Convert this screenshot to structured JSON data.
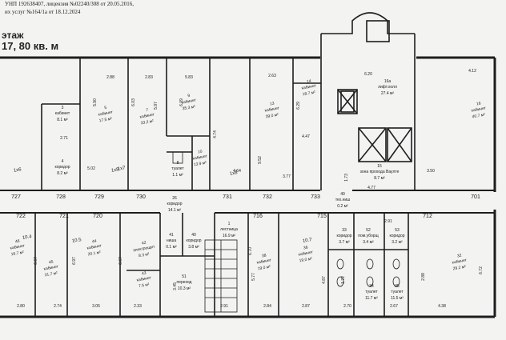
{
  "header": {
    "line1": "УНП 192638407, лицензия №02240/308 от 20.05.2016,",
    "line2": "их услуг №164/1а от 18.12.2024",
    "floor": "этаж",
    "area": "17, 80 кв. м"
  },
  "rooms": [
    {
      "id": "r3",
      "name": "кабинет",
      "num": "3",
      "area": "8.1 м²"
    },
    {
      "id": "r4",
      "name": "коридор",
      "num": "4",
      "area": "8.2 м²"
    },
    {
      "id": "r5",
      "name": "кабинет",
      "num": "5",
      "area": "17.5 м²"
    },
    {
      "id": "r7",
      "name": "кабинет",
      "num": "7",
      "area": "33.2 м²"
    },
    {
      "id": "r9",
      "name": "кабинет",
      "num": "9",
      "area": "35.3 м²"
    },
    {
      "id": "r10",
      "name": "кабинет",
      "num": "10",
      "area": "13.9 м²"
    },
    {
      "id": "r13",
      "name": "кабинет",
      "num": "13",
      "area": "39.0 м²"
    },
    {
      "id": "r14",
      "name": "кабинет",
      "num": "14",
      "area": "18.7 м²"
    },
    {
      "id": "r16",
      "name": "кабинет",
      "num": "16",
      "area": "40.7 м²"
    },
    {
      "id": "r16a",
      "name": "лифт.холл",
      "num": "16а",
      "area": "27.4 м²"
    },
    {
      "id": "r15",
      "name": "зона прохода Ваулте",
      "num": "15",
      "area": "8.7 м²"
    },
    {
      "id": "r26",
      "name": "коридор",
      "num": "26",
      "area": "14.1 м²"
    },
    {
      "id": "r49",
      "name": "тех.ниш",
      "num": "49",
      "area": "0.2 м²"
    },
    {
      "id": "r8",
      "name": "туалет",
      "num": "8",
      "area": "1.1 м²"
    },
    {
      "id": "r46",
      "name": "кабинет",
      "num": "46",
      "area": "16.7 м²"
    },
    {
      "id": "r45",
      "name": "кабинет",
      "num": "45",
      "area": "31.7 м²"
    },
    {
      "id": "r44",
      "name": "кабинет",
      "num": "44",
      "area": "20.1 м²"
    },
    {
      "id": "r42",
      "name": "электрощит",
      "num": "42",
      "area": "8.3 м²"
    },
    {
      "id": "r43",
      "name": "кабинет",
      "num": "43",
      "area": "7.5 м²"
    },
    {
      "id": "r41",
      "name": "ниша",
      "num": "41",
      "area": "0.1 м²"
    },
    {
      "id": "r40",
      "name": "коридор",
      "num": "40",
      "area": "3.8 м²"
    },
    {
      "id": "r51",
      "name": "переход",
      "num": "51",
      "area": "10.3 м²"
    },
    {
      "id": "r1",
      "name": "лестница",
      "num": "1",
      "area": "16.9 м²"
    },
    {
      "id": "r38",
      "name": "кабинет",
      "num": "38",
      "area": "19.0 м²"
    },
    {
      "id": "r36",
      "name": "кабинет",
      "num": "36",
      "area": "19.0 м²"
    },
    {
      "id": "r33",
      "name": "коридор",
      "num": "33",
      "area": "3.7 м²"
    },
    {
      "id": "r34",
      "name": "туалет",
      "num": "34",
      "area": "11.7 м²"
    },
    {
      "id": "r35",
      "name": "туалет",
      "num": "35",
      "area": "11.5 м²"
    },
    {
      "id": "r32",
      "name": "кабинет",
      "num": "32",
      "area": "29.2 м²"
    },
    {
      "id": "r52",
      "name": "пом.уборщ",
      "num": "52",
      "area": "3.4 м²"
    },
    {
      "id": "r53",
      "name": "коридор",
      "num": "53",
      "area": "3.2 м²"
    }
  ],
  "dimensions": [
    "2.88",
    "2.83",
    "5.83",
    "2.63",
    "6.20",
    "4.12",
    "5.90",
    "6.03",
    "5.97",
    "6.09",
    "6.29",
    "2.71",
    "4.47",
    "4.74",
    "5.02",
    "4.64",
    "9.52",
    "3.77",
    "3.50",
    "1.73",
    "4.77",
    "2.91",
    "6.67",
    "6.97",
    "6.67",
    "6.70",
    "6.72",
    "2.80",
    "2.74",
    "3.05",
    "2.33",
    "3.45",
    "2.91",
    "2.84",
    "2.87",
    "2.70",
    "2.67",
    "4.38",
    "5.77",
    "4.87",
    "1.72",
    "2.88"
  ],
  "window_marks": [
    "727",
    "728",
    "729",
    "730",
    "731",
    "732",
    "733",
    "701",
    "722",
    "721",
    "720",
    "716",
    "715",
    "712"
  ],
  "annotations": [
    "1x6",
    "1x8",
    "1x8",
    "10.4",
    "10.5",
    "10.7",
    "1x7"
  ]
}
